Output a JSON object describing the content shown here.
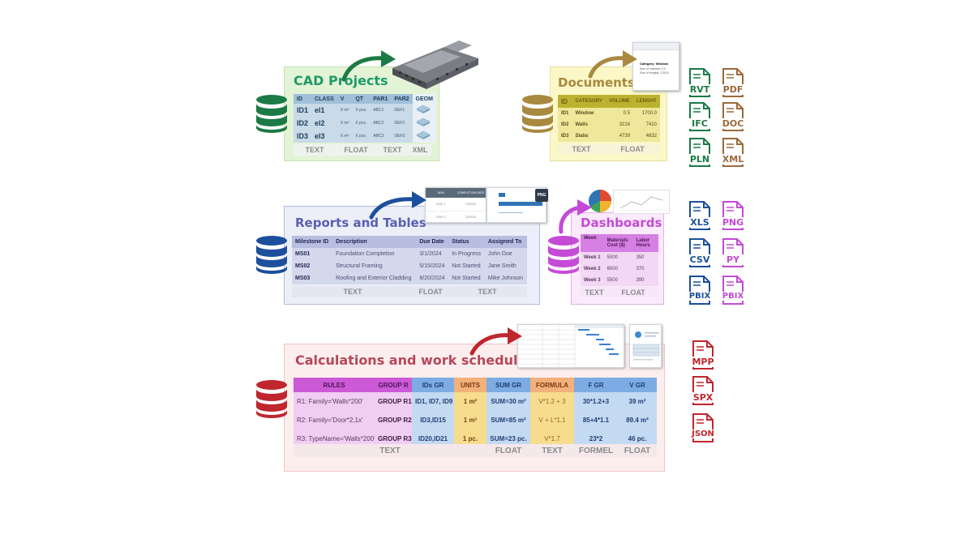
{
  "colors": {
    "cad": "#1b7a45",
    "docs": "#a8893f",
    "reports": "#1c4f9c",
    "dash": "#c44bd6",
    "calc": "#c0262e"
  },
  "cad": {
    "title": "CAD Projects",
    "headers": [
      "ID",
      "CLASS",
      "V",
      "QT",
      "PAR1",
      "PAR2",
      "GEOM"
    ],
    "rows": [
      [
        "ID1",
        "el1",
        "X m³",
        "X pcs.",
        "ABC1",
        "DEF1"
      ],
      [
        "ID2",
        "el2",
        "X m³",
        "X pcs.",
        "ABC2",
        "DEF2"
      ],
      [
        "ID3",
        "el3",
        "X m³",
        "X pcs.",
        "ABC3",
        "DEF3"
      ]
    ],
    "types": [
      "TEXT",
      "FLOAT",
      "TEXT",
      "XML"
    ]
  },
  "documents": {
    "title": "Documents",
    "headers": [
      "ID",
      "CATEGORY",
      "VOLUME",
      "LENGHT"
    ],
    "rows": [
      [
        "ID1",
        "Window",
        "0.5",
        "1700.0"
      ],
      [
        "ID2",
        "Walls",
        "3216",
        "7410"
      ],
      [
        "ID3",
        "Slabs",
        "4739",
        "4832"
      ]
    ],
    "types": [
      "TEXT",
      "FLOAT"
    ],
    "thumb": {
      "line1": "Category: Window",
      "line2": "Sum of volumes: 0.0",
      "line3": "Sum of lengths: 1700.0"
    }
  },
  "reports": {
    "title": "Reports and Tables",
    "headers": [
      "Milestone ID",
      "Description",
      "Due Date",
      "Status",
      "Assigned To"
    ],
    "rows": [
      [
        "MS01",
        "Foundation Completion",
        "3/1/2024",
        "In Progress",
        "John Doe"
      ],
      [
        "MS02",
        "Structural Framing",
        "5/15/2024",
        "Not Started",
        "Jane Smith"
      ],
      [
        "MS03",
        "Roofing and Exterior Cladding",
        "8/20/2024",
        "Not Started",
        "Mike Johnson"
      ]
    ],
    "types": [
      "TEXT",
      "FLOAT",
      "TEXT"
    ],
    "thumb": {
      "h1": "TASK",
      "h2": "COMPLETION DATE",
      "r1a": "TASK 1",
      "r1b": "7/3/2024",
      "r2a": "TASK 2",
      "r2b": "2/3/2024"
    }
  },
  "dashboards": {
    "title": "Dashboards",
    "headers": [
      "Week",
      "Materials Cost ($)",
      "Labor Hours"
    ],
    "rows": [
      [
        "Week 1",
        "5000",
        "350"
      ],
      [
        "Week 2",
        "6000",
        "370"
      ],
      [
        "Week 3",
        "5500",
        "390"
      ]
    ],
    "types": [
      "TEXT",
      "FLOAT"
    ]
  },
  "calc": {
    "title": "Calculations and work schedules",
    "headers": [
      "RULES",
      "GROUP R",
      "IDs GR",
      "UNITS",
      "SUM GR",
      "FORMULA",
      "F GR",
      "V GR"
    ],
    "rows": [
      [
        "R1: Family='Walls*200'",
        "GROUP R1",
        "ID1, ID7, ID9",
        "1 m²",
        "SUM=30 m²",
        "V*1.2 + 3",
        "30*1.2+3",
        "39 m²"
      ],
      [
        "R2: Family='Door*2,1x'",
        "GROUP R2",
        "ID3,ID15",
        "1 m³",
        "SUM=85 m²",
        "V + L*1.1",
        "85+4*1.1",
        "89.4 m²"
      ],
      [
        "R3: TypeName='Walls*200'",
        "GROUP R3",
        "ID20,ID21",
        "1 pc.",
        "SUM=23 pc.",
        "V*1.7",
        "23*2",
        "46 pc."
      ]
    ],
    "types": [
      "TEXT",
      "FLOAT",
      "TEXT",
      "FORMEL",
      "FLOAT"
    ]
  },
  "formats": {
    "col1": [
      "RVT",
      "IFC",
      "PLN"
    ],
    "col2": [
      "PDF",
      "DOC",
      "XML"
    ],
    "col3": [
      "XLS",
      "CSV",
      "PBIX"
    ],
    "col4": [
      "PNG",
      "PY",
      "PBIX"
    ],
    "col5": [
      "MPP",
      "SPX",
      "JSON"
    ],
    "png_badge": "PNG"
  }
}
